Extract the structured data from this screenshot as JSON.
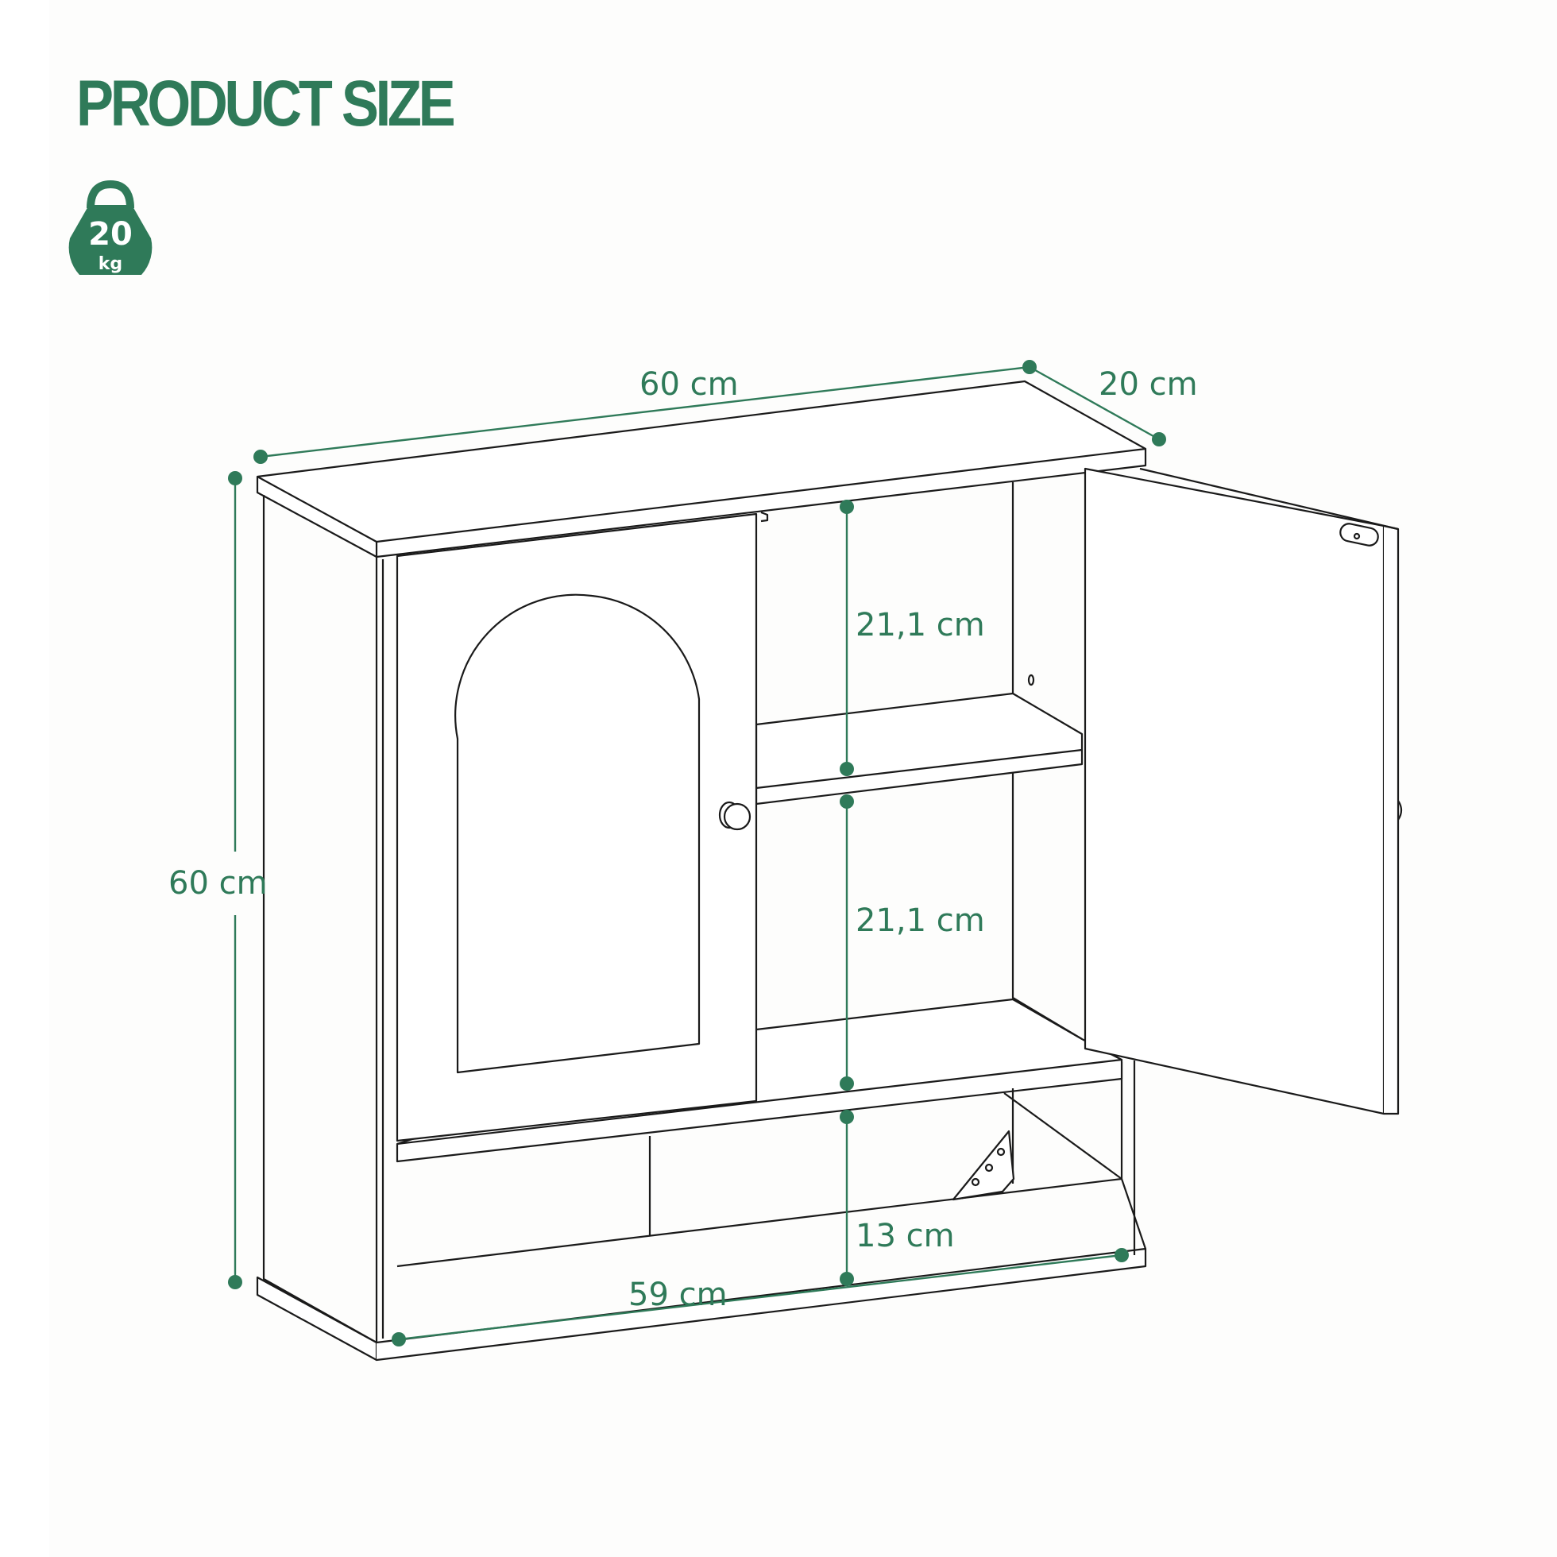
{
  "heading": "PRODUCT SIZE",
  "weight_badge": {
    "value": "20",
    "unit": "kg",
    "icon": "weight-icon"
  },
  "dimensions": {
    "width_top": "60 cm",
    "depth": "20 cm",
    "height": "60 cm",
    "shelf_upper": "21,1 cm",
    "shelf_middle": "21,1 cm",
    "shelf_bottom": "13 cm",
    "inner_width": "59 cm"
  },
  "colors": {
    "accent": "#2f7a59",
    "line": "#1a1a1a",
    "background": "#fdfdfc"
  }
}
